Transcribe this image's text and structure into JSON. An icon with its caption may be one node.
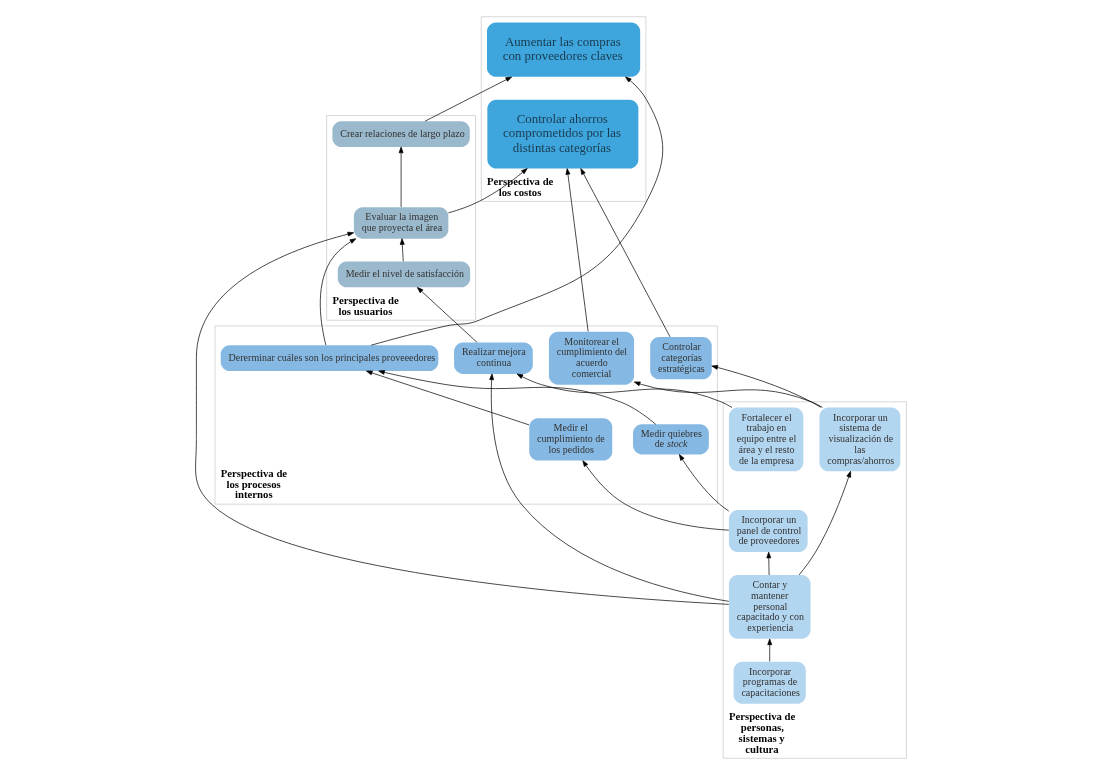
{
  "diagram": {
    "nodes": [
      {
        "text": [
          "Perspectiva de los costos"
        ]
      },
      {
        "text": [
          "Perspectiva de los usuarios"
        ]
      },
      {
        "text": [
          "Perspectiva de los procesos internos"
        ]
      },
      {
        "text": [
          "Perspectiva de personas, sistemas y cultura"
        ]
      },
      {
        "text": [
          "Controlar ahorros comprometidos por las distintas categorías"
        ],
        "in": 0
      },
      {
        "text": [
          "Aumentar las compras con proveedores claves"
        ],
        "in": 0
      },
      {
        "text": [
          "Medir el nivel de satisfacción"
        ],
        "in": 1
      },
      {
        "text": [
          "Evaluar la imagen que proyecta el área"
        ],
        "in": 1
      },
      {
        "text": [
          "Crear relaciones de largo plazo"
        ],
        "in": 1
      },
      {
        "text": [
          "Monitorear el cumplimiento del acuerdo comercial"
        ],
        "in": 2
      },
      {
        "text": [
          "Controlar categorías estratégicas"
        ],
        "in": 2
      },
      {
        "text": [
          "Realizar mejora continua"
        ],
        "in": 2
      },
      {
        "text": [
          "Dererminar cuáles son los principales proveeedores"
        ],
        "in": 2
      },
      {
        "text": [
          "Medir quiebres de *stock*"
        ],
        "in": 2
      },
      {
        "text": [
          "Medir el cumplimiento de los pedidos"
        ],
        "in": 2
      },
      {
        "text": [
          "Incorporar un sistema de visualización de las compras/ahorros"
        ],
        "in": 3
      },
      {
        "text": [
          "Fortalecer el trabajo en equipo entre el área y el resto de la empresa"
        ],
        "in": 3
      },
      {
        "text": [
          "Contar y mantener personal capacitado y con experiencia"
        ],
        "in": 3
      },
      {
        "text": [
          "Incorporar programas de capacitaciones"
        ],
        "in": 3
      },
      {
        "text": [
          "Incorporar un panel de control de proveedores"
        ],
        "in": 3
      }
    ],
    "edges": [
      {
        "from": 9,
        "to": 4,
        "arrow": "to"
      },
      {
        "from": 10,
        "to": 4,
        "arrow": "to"
      },
      {
        "from": 11,
        "to": 6,
        "arrow": "to"
      },
      {
        "from": 6,
        "to": 7,
        "arrow": "to"
      },
      {
        "from": 7,
        "to": 8,
        "arrow": "to"
      },
      {
        "from": 7,
        "to": 4,
        "arrow": "to"
      },
      {
        "from": 8,
        "to": 5,
        "arrow": "to"
      },
      {
        "from": 12,
        "to": 7,
        "arrow": "to"
      },
      {
        "from": 12,
        "to": 5,
        "arrow": "to"
      },
      {
        "from": 13,
        "to": 12,
        "arrow": "to"
      },
      {
        "from": 14,
        "to": 12,
        "arrow": "to"
      },
      {
        "from": 17,
        "to": 7,
        "arrow": "to"
      },
      {
        "from": 17,
        "to": 11,
        "arrow": "to"
      },
      {
        "from": 16,
        "to": 11,
        "arrow": "to"
      },
      {
        "from": 15,
        "to": 9,
        "arrow": "to"
      },
      {
        "from": 15,
        "to": 10,
        "arrow": "to"
      },
      {
        "from": 19,
        "to": 13,
        "arrow": "to"
      },
      {
        "from": 19,
        "to": 14,
        "arrow": "to"
      },
      {
        "from": 18,
        "to": 17,
        "arrow": "to"
      },
      {
        "from": 17,
        "to": 15,
        "arrow": "to"
      },
      {
        "from": 17,
        "to": 19,
        "arrow": "to"
      }
    ]
  }
}
